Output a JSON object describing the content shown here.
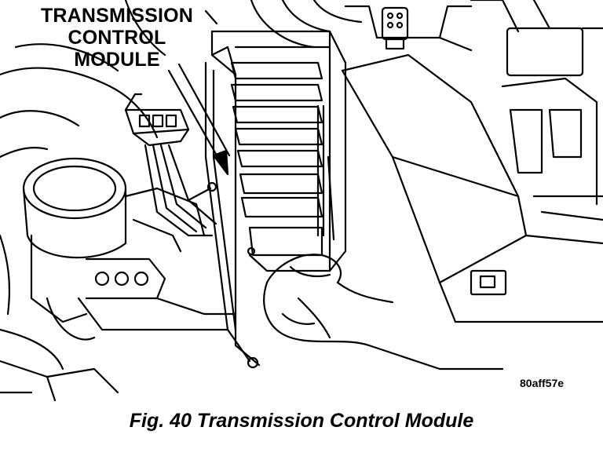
{
  "callout": {
    "lines": [
      "TRANSMISSION",
      "CONTROL",
      "MODULE"
    ]
  },
  "figure_id": "80aff57e",
  "caption": "Fig. 40 Transmission Control Module",
  "colors": {
    "ink": "#000000",
    "background": "#ffffff"
  }
}
